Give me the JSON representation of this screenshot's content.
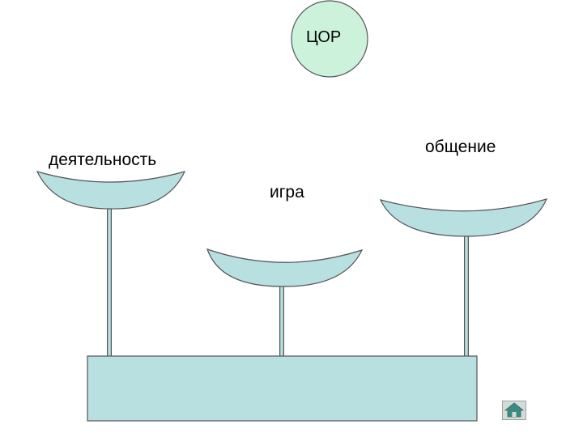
{
  "center_node": {
    "label": "ЦОР",
    "fill": "#ccf2dc"
  },
  "pans": [
    {
      "id": "activity",
      "label": "деятельность"
    },
    {
      "id": "game",
      "label": "игра"
    },
    {
      "id": "communication",
      "label": "общение"
    }
  ],
  "colors": {
    "pan_fill": "#b8e0e0",
    "stroke": "#555555",
    "base_fill": "#b8e0e0"
  },
  "nav": {
    "home_icon": "home-icon"
  }
}
